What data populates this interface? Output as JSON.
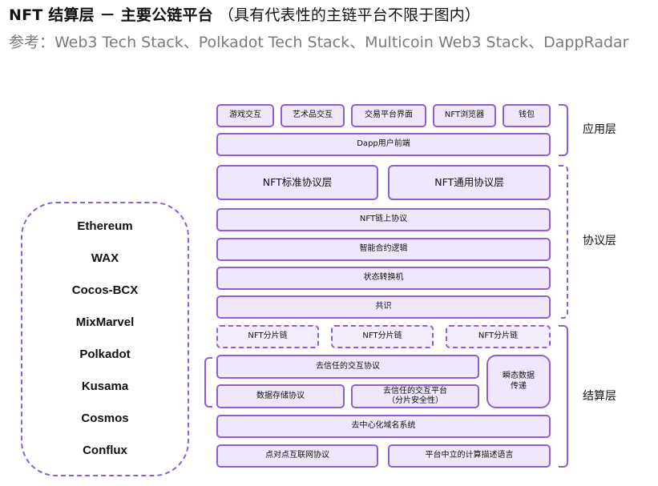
{
  "header": {
    "title_bold": "NFT 结算层 － 主要公链平台",
    "title_sub": "（具有代表性的主链平台不限于图内）",
    "reference": "参考：Web3 Tech Stack、Polkadot Tech Stack、Multicoin Web3 Stack、DappRadar"
  },
  "chains": [
    "Ethereum",
    "WAX",
    "Cocos-BCX",
    "MixMarvel",
    "Polkadot",
    "Kusama",
    "Cosmos",
    "Conflux"
  ],
  "application_layer": {
    "label": "应用层",
    "items": [
      "游戏交互",
      "艺术品交互",
      "交易平台界面",
      "NFT浏览器",
      "钱包"
    ],
    "frontend": "Dapp用户前端"
  },
  "protocol_layer": {
    "label": "协议层",
    "standard": "NFT标准协议层",
    "general": "NFT通用协议层",
    "onchain": "NFT链上协议",
    "smart_contract": "智能合约逻辑",
    "state_machine": "状态转换机",
    "consensus": "共识"
  },
  "settlement_layer": {
    "label": "结算层",
    "shards": [
      "NFT分片链",
      "NFT分片链",
      "NFT分片链"
    ],
    "trustless_protocol": "去信任的交互协议",
    "storage_protocol": "数据存储协议",
    "trustless_platform_line1": "去信任的交互平台",
    "trustless_platform_line2": "（分片安全性）",
    "transient_data_line1": "瞬态数据",
    "transient_data_line2": "传递",
    "naming_system": "去中心化域名系统",
    "p2p_protocol": "点对点互联网协议",
    "computation_language": "平台中立的计算描述语言"
  },
  "colors": {
    "accent": "#8e5ed6",
    "box_fill": "#efe7fb"
  }
}
